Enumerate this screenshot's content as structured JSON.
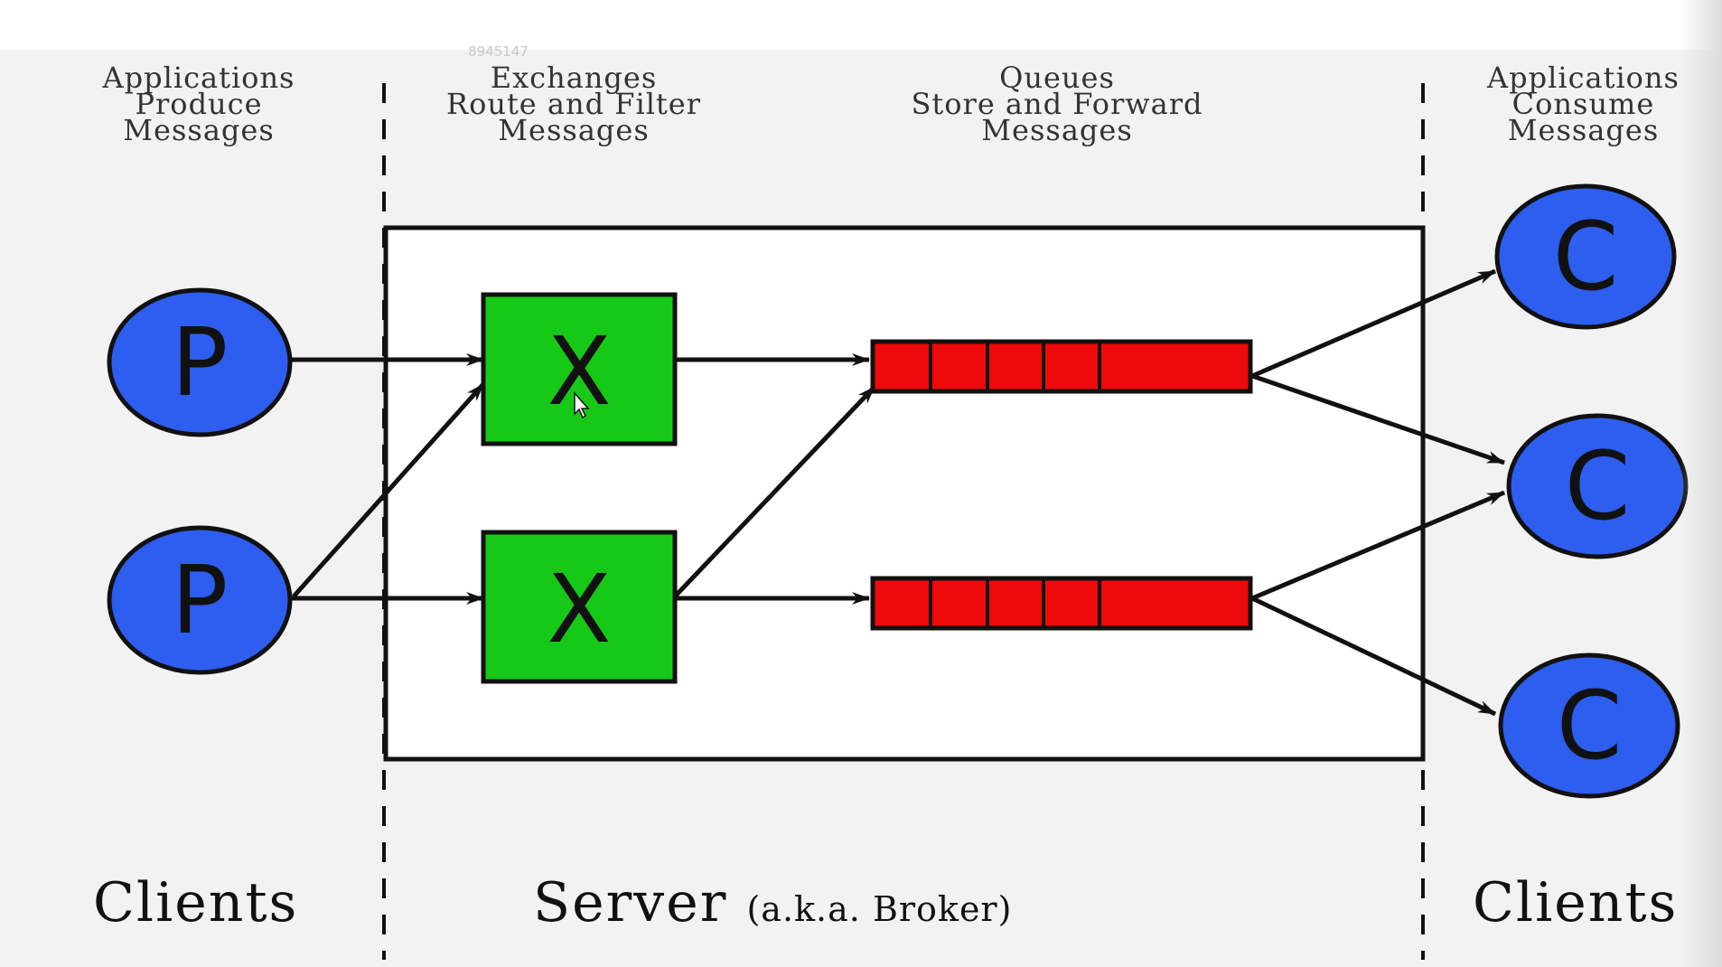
{
  "watermark": "8945147",
  "headers": {
    "producers": [
      "Applications",
      "Produce",
      "Messages"
    ],
    "exchanges": [
      "Exchanges",
      "Route and Filter",
      "Messages"
    ],
    "queues": [
      "Queues",
      "Store and Forward",
      "Messages"
    ],
    "consumers": [
      "Applications",
      "Consume",
      "Messages"
    ]
  },
  "footer": {
    "clients_left": "Clients",
    "server": "Server",
    "server_note": "(a.k.a. Broker)",
    "clients_right": "Clients"
  },
  "nodes": {
    "producer_label": "P",
    "exchange_label": "X",
    "consumer_label": "C"
  },
  "colors": {
    "producer": "#2d5ef0",
    "exchange": "#17c917",
    "queue": "#ee0a0a",
    "line": "#111111"
  }
}
